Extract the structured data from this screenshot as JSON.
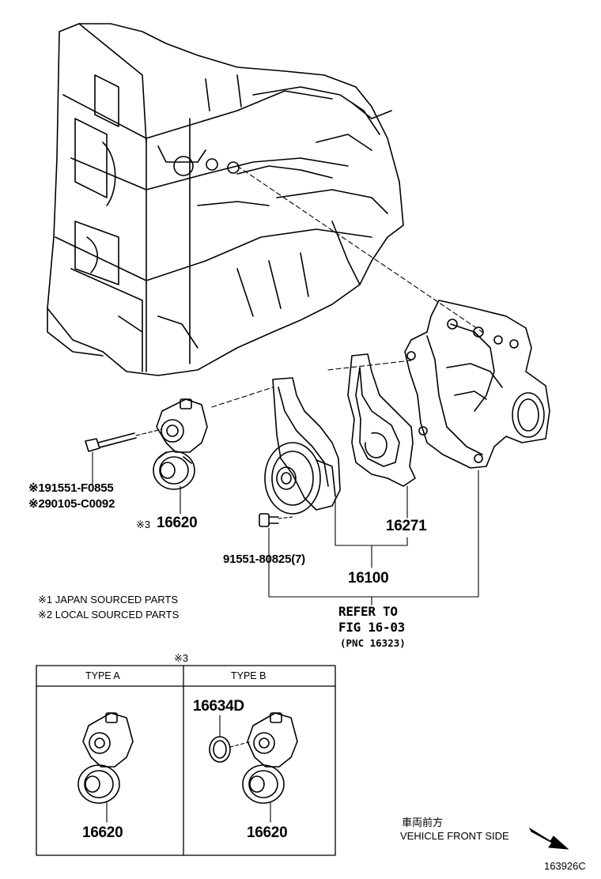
{
  "part_labels": {
    "bolt_alt_1": "※191551-F0855",
    "bolt_alt_2": "※290105-C0092",
    "tensioner_main": "16620",
    "tensioner_main_mark": "※3",
    "gasket": "16271",
    "pump_bolt": "91551-80825(7)",
    "water_pump": "16100",
    "refer_line1": "REFER TO",
    "refer_line2": "FIG 16-03",
    "refer_line3": "(PNC 16323)"
  },
  "notes": {
    "note1": "※1 JAPAN SOURCED PARTS",
    "note2": "※2 LOCAL SOURCED PARTS"
  },
  "type_table": {
    "mark": "※3",
    "type_a_header": "TYPE A",
    "type_b_header": "TYPE B",
    "type_a_part": "16620",
    "type_b_part": "16620",
    "type_b_extra_part": "16634D"
  },
  "direction": {
    "jp_label": "車両前方",
    "en_label": "VEHICLE FRONT SIDE",
    "icon": "arrow-down-right-icon"
  },
  "figure_code": "163926C"
}
